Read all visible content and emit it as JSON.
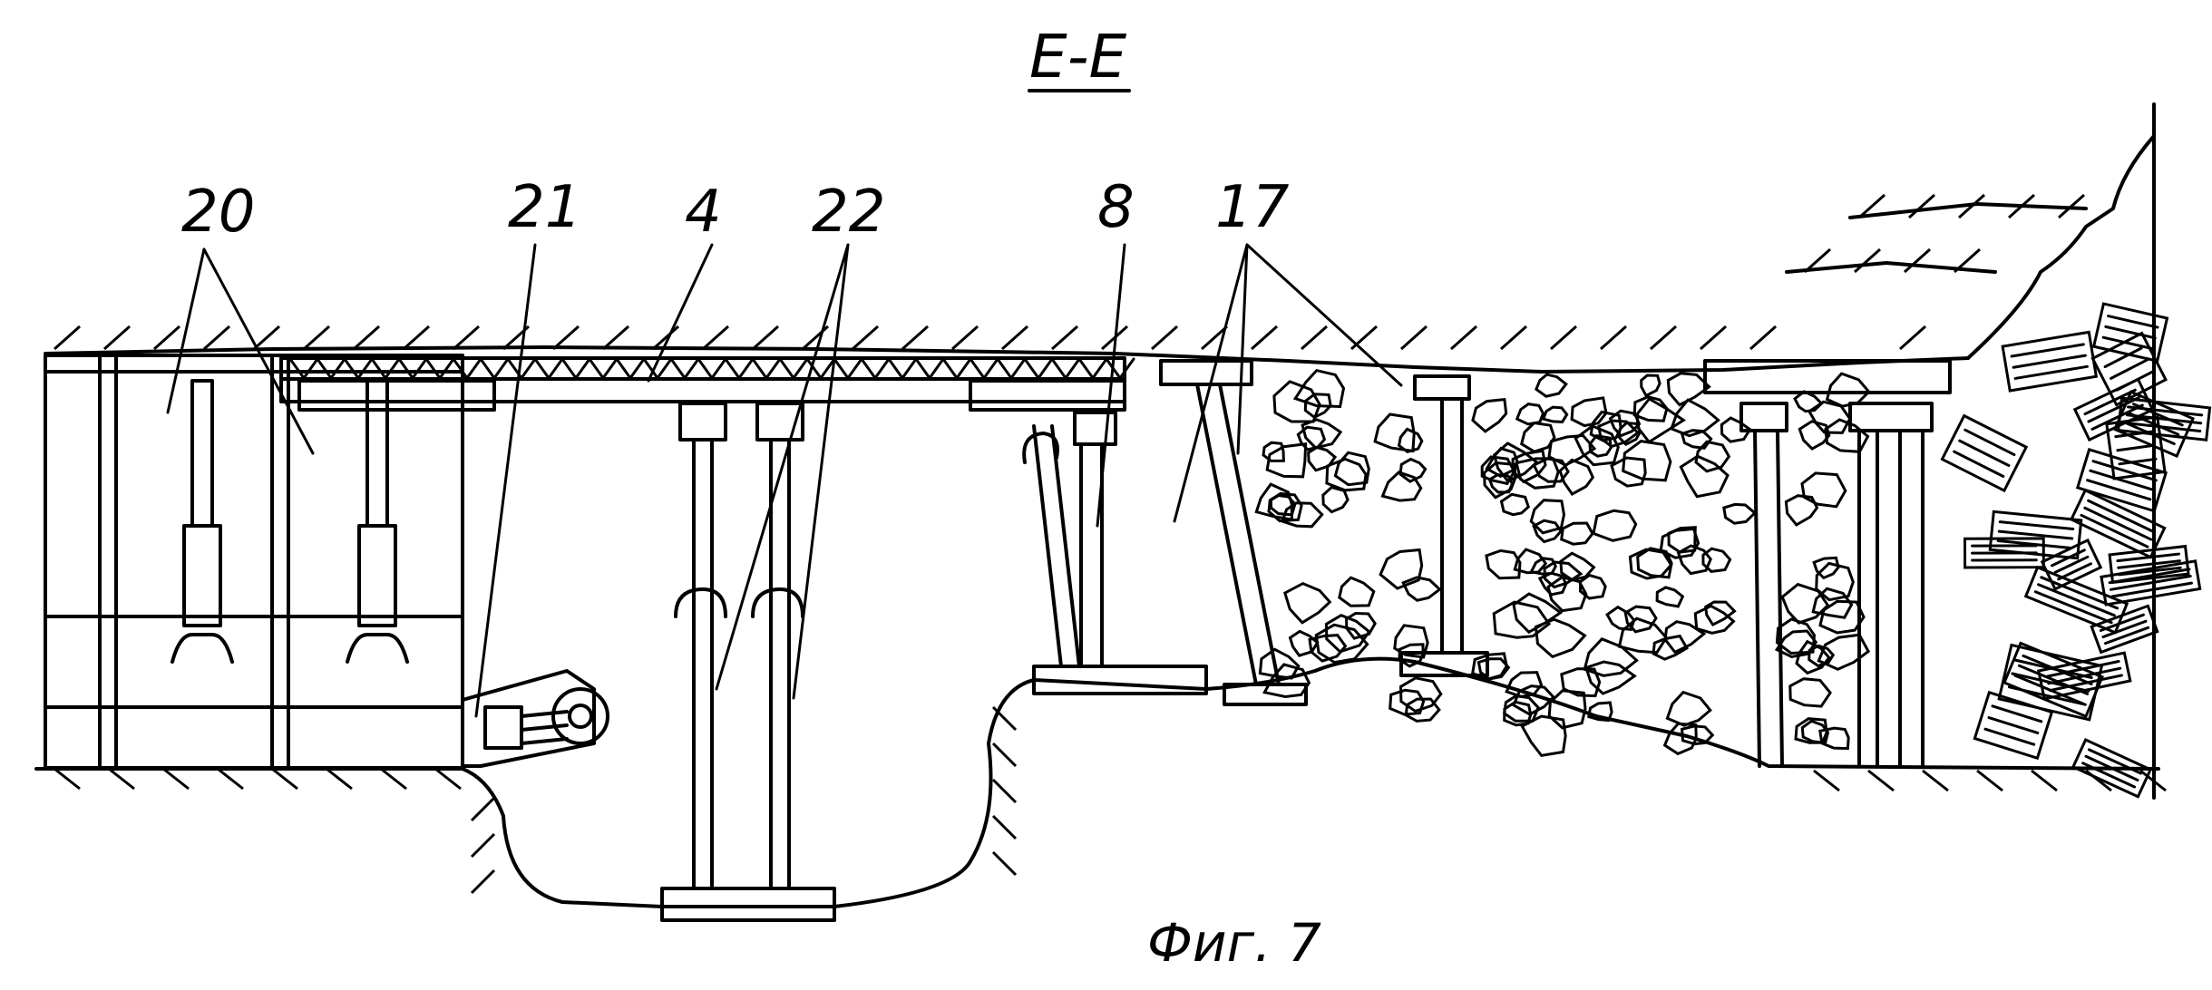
{
  "section_label": "E-E",
  "figure_caption": "Фиг. 7",
  "callouts": [
    {
      "key": "20",
      "text": "20"
    },
    {
      "key": "21",
      "text": "21"
    },
    {
      "key": "4",
      "text": "4"
    },
    {
      "key": "22",
      "text": "22"
    },
    {
      "key": "8",
      "text": "8"
    },
    {
      "key": "17",
      "text": "17"
    }
  ]
}
